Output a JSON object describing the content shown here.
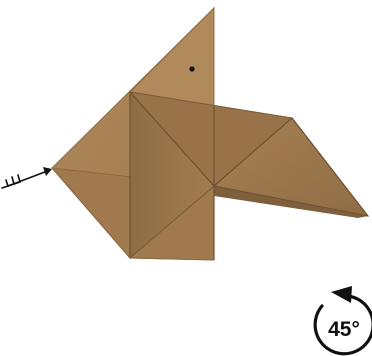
{
  "diagram": {
    "rotation": {
      "label": "45°",
      "direction": "counterclockwise"
    },
    "colors": {
      "paper_main": "#a57f52",
      "paper_light": "#b58e5f",
      "paper_dark": "#8a6a43",
      "paper_shadow": "#7a5d3a",
      "crease": "#6f5333",
      "ink": "#111111",
      "background": "#ffffff"
    },
    "icons": {
      "eye": "eye-dot",
      "pointer": "feathered-arrow",
      "rotate": "rotate-counterclockwise-arrow"
    }
  }
}
